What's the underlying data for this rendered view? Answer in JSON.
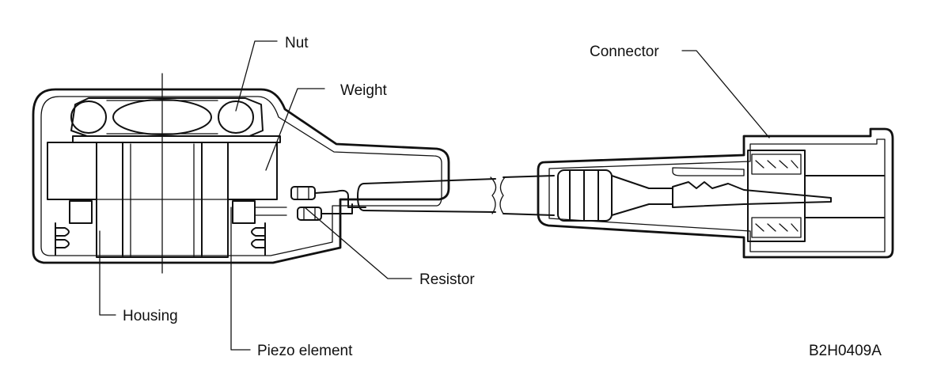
{
  "labels": {
    "nut": "Nut",
    "weight": "Weight",
    "resistor": "Resistor",
    "housing": "Housing",
    "piezo": "Piezo element",
    "connector": "Connector",
    "figure_code": "B2H0409A"
  },
  "colors": {
    "line": "#111111",
    "background": "#ffffff"
  }
}
